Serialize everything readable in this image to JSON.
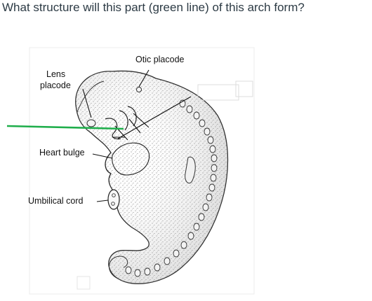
{
  "question": "What structure will this part (green line) of this arch form?",
  "labels": {
    "otic_placode": "Otic placode",
    "lens_line1": "Lens",
    "lens_line2": "placode",
    "heart_bulge": "Heart bulge",
    "umbilical_cord": "Umbilical cord"
  },
  "colors": {
    "pointer_line": "#1fae4b",
    "text": "#2d3b45"
  }
}
